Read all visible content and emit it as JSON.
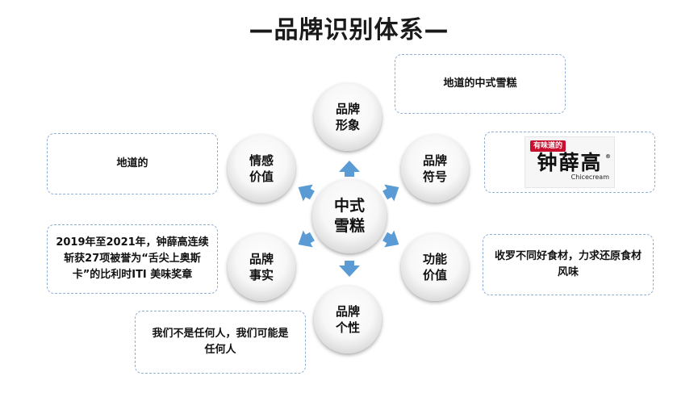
{
  "title": "—品牌识别体系—",
  "center": {
    "line1": "中式",
    "line2": "雪糕"
  },
  "nodes": {
    "brand_image": {
      "line1": "品牌",
      "line2": "形象"
    },
    "brand_symbol": {
      "line1": "品牌",
      "line2": "符号"
    },
    "functional_value": {
      "line1": "功能",
      "line2": "价值"
    },
    "brand_personality": {
      "line1": "品牌",
      "line2": "个性"
    },
    "brand_fact": {
      "line1": "品牌",
      "line2": "事实"
    },
    "emotional_value": {
      "line1": "情感",
      "line2": "价值"
    }
  },
  "boxes": {
    "brand_image": "地道的中式雪糕",
    "functional_value": "收罗不同好食材，力求还原食材风味",
    "brand_personality": "我们不是任何人，我们可能是任何人",
    "brand_fact": "2019年至2021年，钟薛高连续斩获27项被誉为“舌尖上奥斯卡”的比利时ITI 美味奖章",
    "emotional_value": "地道的"
  },
  "logo": {
    "tag": "有味道的",
    "brand": "钟薛高",
    "latin": "Chicecream",
    "reg": "®"
  },
  "colors": {
    "arrow": "#5b9bd5",
    "box_border": "#8fb0d6"
  }
}
